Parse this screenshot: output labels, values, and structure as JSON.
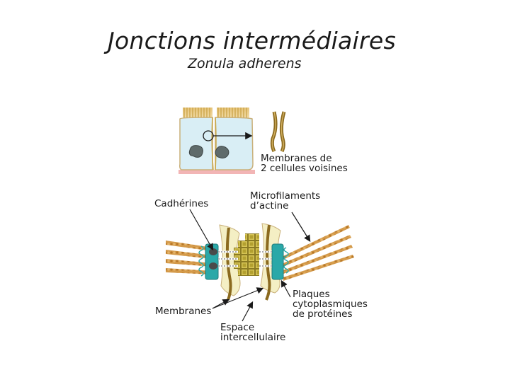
{
  "title": "Jonctions intermédiaires",
  "subtitle": "Zonula adherens",
  "labels": {
    "membranes_voisines": "Membranes de\n2 cellules voisines",
    "cadherines": "Cadhérines",
    "microfilaments": "Microfilaments\nd’actine",
    "membranes": "Membranes",
    "espace": "Espace\nintercellulaire",
    "plaques": "Plaques\ncytoplasmiques\nde protéines"
  },
  "colors": {
    "cell_fill": "#d9eef5",
    "cell_border": "#c9b07a",
    "microvilli": "#e6c37a",
    "nucleus": "#5f6b6b",
    "membrane_brown": "#8b6a1f",
    "membrane_band": "#f4efc4",
    "actin": "#c98a3a",
    "plaque_teal": "#2aa8a8",
    "cadherin_box": "#b7a03a",
    "basal_pink": "#f2b5b5"
  }
}
